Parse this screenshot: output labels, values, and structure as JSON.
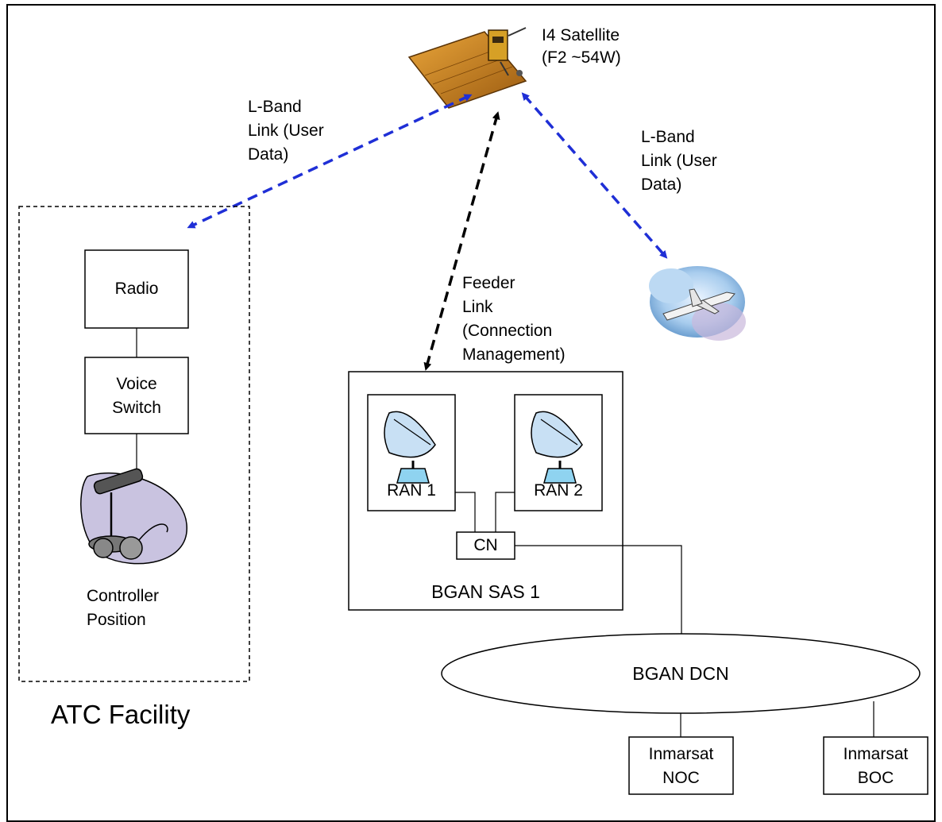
{
  "satellite": {
    "name": "I4 Satellite",
    "orbit": "(F2 ~54W)"
  },
  "links": {
    "left_lband": "L-Band\nLink (User\nData)",
    "right_lband": "L-Band\nLink (User\nData)",
    "feeder": "Feeder\nLink\n(Connection\nManagement)"
  },
  "atc": {
    "title": "ATC Facility",
    "radio": "Radio",
    "voice_switch": "Voice\nSwitch",
    "controller": "Controller\nPosition"
  },
  "sas": {
    "title": "BGAN SAS 1",
    "ran1": "RAN 1",
    "ran2": "RAN 2",
    "cn": "CN"
  },
  "dcn": "BGAN DCN",
  "noc": "Inmarsat\nNOC",
  "boc": "Inmarsat\nBOC",
  "colors": {
    "user_link": "#1f2fd6",
    "feeder_link": "#000000",
    "satellite_panel": "#c8841c"
  }
}
